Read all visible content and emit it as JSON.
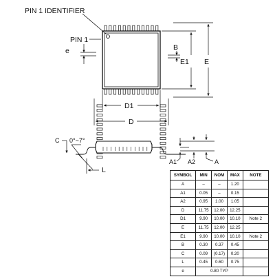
{
  "labels": {
    "pin1_identifier": "PIN 1 IDENTIFIER",
    "pin1": "PIN 1",
    "e": "e",
    "b": "B",
    "e1": "E1",
    "e_big": "E",
    "d1": "D1",
    "d": "D",
    "c": "C",
    "angle": "0°~7°",
    "l": "L",
    "a1": "A1",
    "a2": "A2",
    "a": "A"
  },
  "table": {
    "headers": [
      "SYMBOL",
      "MIN",
      "NOM",
      "MAX",
      "NOTE"
    ],
    "rows": [
      [
        "A",
        "–",
        "–",
        "1.20",
        ""
      ],
      [
        "A1",
        "0.05",
        "–",
        "0.15",
        ""
      ],
      [
        "A2",
        "0.95",
        "1.00",
        "1.05",
        ""
      ],
      [
        "D",
        "11.75",
        "12.00",
        "12.25",
        ""
      ],
      [
        "D1",
        "9.90",
        "10.00",
        "10.10",
        "Note 2"
      ],
      [
        "E",
        "11.75",
        "12.00",
        "12.25",
        ""
      ],
      [
        "E1",
        "9.90",
        "10.00",
        "10.10",
        "Note 2"
      ],
      [
        "B",
        "0.30",
        "0.37",
        "0.45",
        ""
      ],
      [
        "C",
        "0.09",
        "(0.17)",
        "0.20",
        ""
      ],
      [
        "L",
        "0.45",
        "0.60",
        "0.75",
        ""
      ]
    ],
    "last_row": [
      "e",
      "0.80 TYP"
    ]
  }
}
